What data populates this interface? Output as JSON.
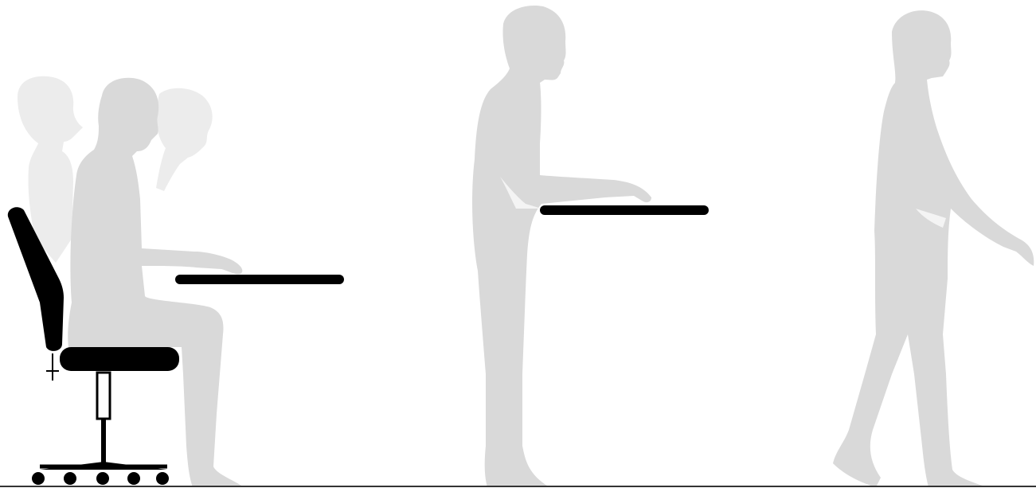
{
  "illustration": {
    "subject": [
      "sitting-posture",
      "standing-posture",
      "walking-posture"
    ],
    "colors": {
      "background": "#ffffff",
      "figure": "#d9d9d9",
      "ghost_figure": "#ebebeb",
      "furniture": "#000000",
      "floor": "#333333",
      "arm_highlight": "#f4f4f4"
    }
  }
}
